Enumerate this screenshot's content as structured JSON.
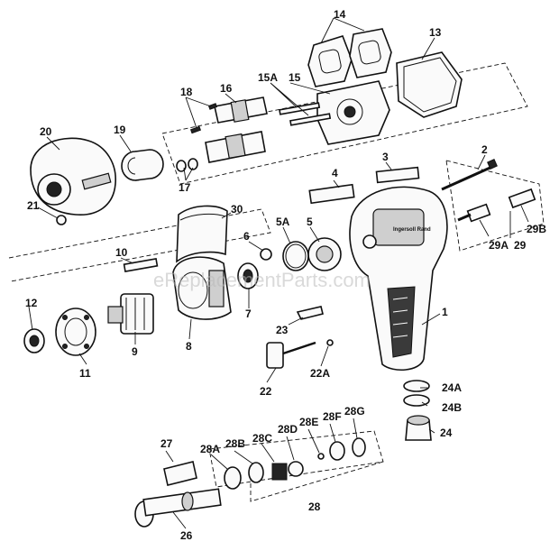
{
  "diagram": {
    "watermark": "eReplacementParts.com",
    "brand_mark": "Ingersoll Rand",
    "parts": {
      "p1": "1",
      "p2": "2",
      "p3": "3",
      "p4": "4",
      "p5": "5",
      "p5a": "5A",
      "p6": "6",
      "p7": "7",
      "p8": "8",
      "p9": "9",
      "p10": "10",
      "p11": "11",
      "p12": "12",
      "p13": "13",
      "p14": "14",
      "p15": "15",
      "p15a": "15A",
      "p16": "16",
      "p17": "17",
      "p18": "18",
      "p19": "19",
      "p20": "20",
      "p21": "21",
      "p22": "22",
      "p22a": "22A",
      "p23": "23",
      "p24": "24",
      "p24a": "24A",
      "p24b": "24B",
      "p26": "26",
      "p27": "27",
      "p28": "28",
      "p28a": "28A",
      "p28b": "28B",
      "p28c": "28C",
      "p28d": "28D",
      "p28e": "28E",
      "p28f": "28F",
      "p28g": "28G",
      "p29": "29",
      "p29a": "29A",
      "p29b": "29B",
      "p30": "30"
    }
  }
}
